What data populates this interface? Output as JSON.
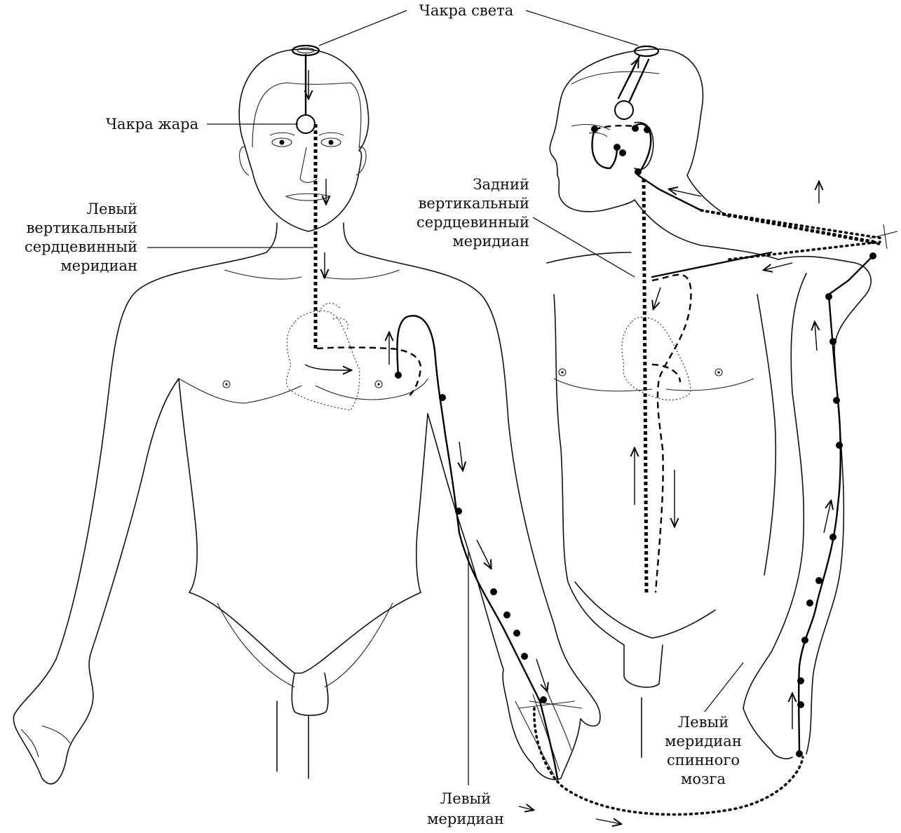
{
  "labels": {
    "chakra_light": "Чакра света",
    "chakra_heat": "Чакра жара",
    "left_vertical_heart_meridian": [
      "Левый",
      "вертикальный",
      "сердцевинный",
      "меридиан"
    ],
    "posterior_vertical_heart_meridian": [
      "Задний",
      "вертикальный",
      "сердцевинный",
      "меридиан"
    ],
    "left_meridian": [
      "Левый",
      "меридиан"
    ],
    "left_spinal_meridian": [
      "Левый",
      "меридиан",
      "спинного",
      "мозга"
    ]
  },
  "colors": {
    "line": "#111111",
    "background": "#ffffff"
  }
}
